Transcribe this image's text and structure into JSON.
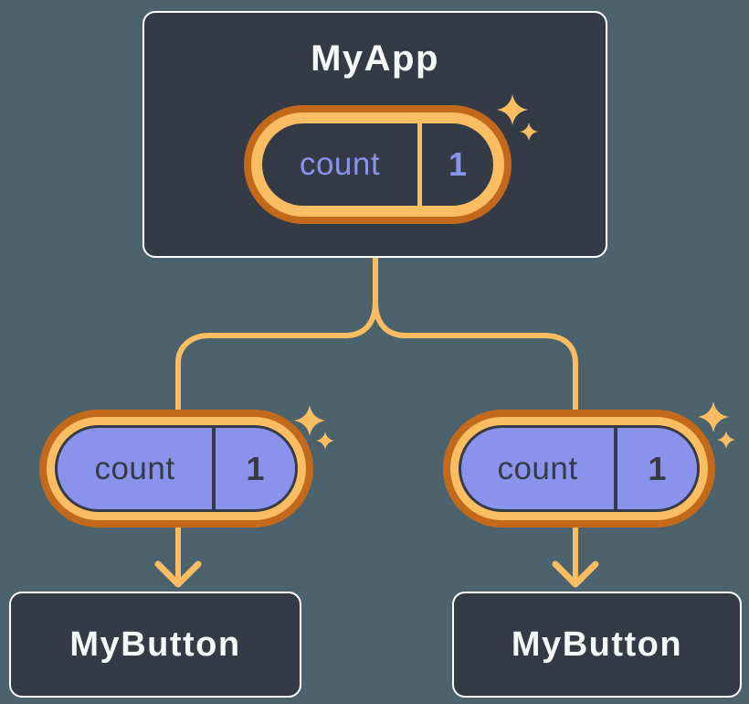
{
  "diagram": {
    "root": {
      "title": "MyApp",
      "state": {
        "name": "count",
        "value": "1"
      }
    },
    "children": [
      {
        "title": "MyButton",
        "prop": {
          "name": "count",
          "value": "1"
        }
      },
      {
        "title": "MyButton",
        "prop": {
          "name": "count",
          "value": "1"
        }
      }
    ]
  },
  "icons": {
    "sparkle": "sparkle-icon",
    "arrow": "down-arrow-icon"
  },
  "palette": {
    "bg": "#4C626C",
    "node_bg": "#343A46",
    "node_border": "#FFFFFF",
    "text_light": "#F6F7F9",
    "orange": "#FABD62",
    "orange_dark": "#C3691B",
    "purple": "#8A93EC",
    "slate_text": "#343A46"
  }
}
